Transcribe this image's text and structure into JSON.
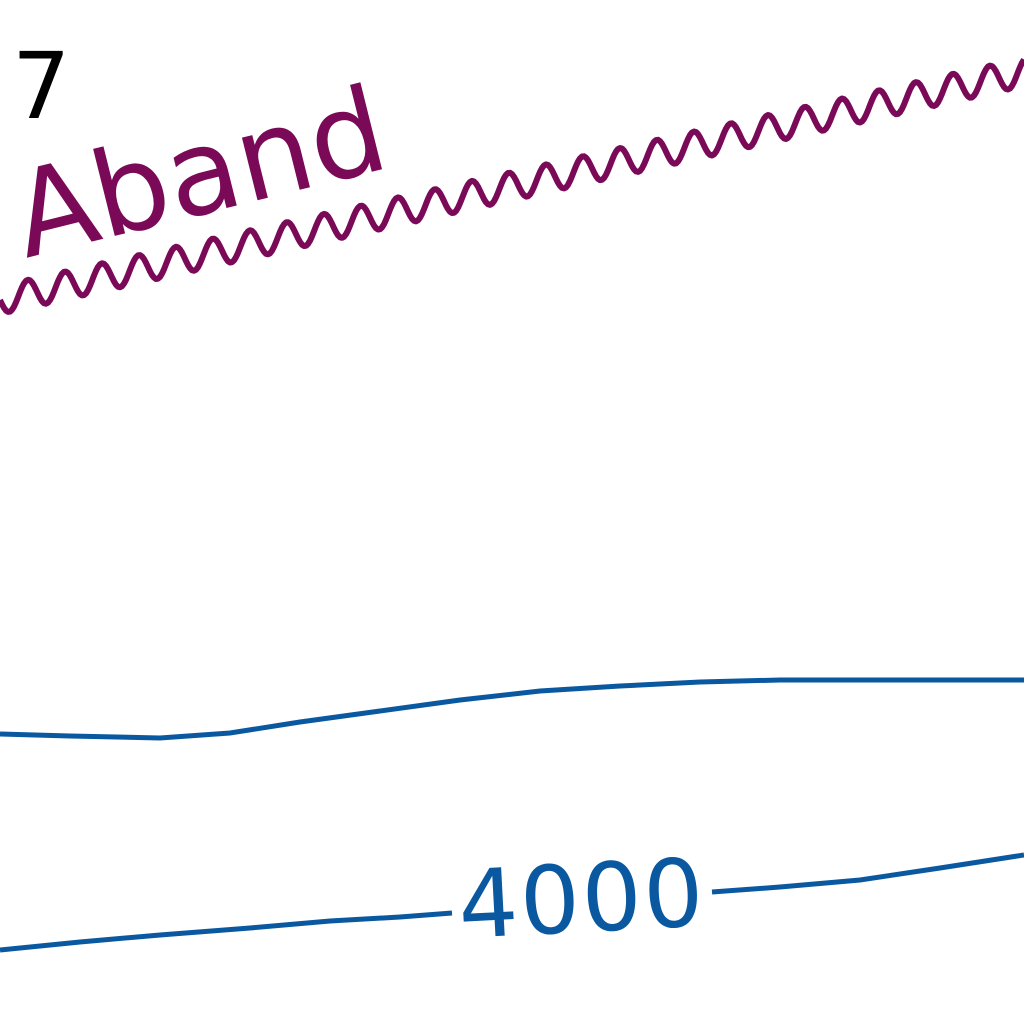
{
  "map": {
    "colors": {
      "background": "#ffffff",
      "feature": "#7a0a57",
      "contour": "#0a59a0",
      "label": "#000000"
    },
    "labels": {
      "section_number": "7",
      "feature_name": "Aband",
      "contour_index_value": "4000"
    },
    "features": [
      {
        "name": "wavy-boundary-line",
        "type": "abandoned-feature-line"
      },
      {
        "name": "contour-line-upper",
        "type": "contour"
      },
      {
        "name": "contour-line-index",
        "type": "index-contour"
      }
    ]
  }
}
